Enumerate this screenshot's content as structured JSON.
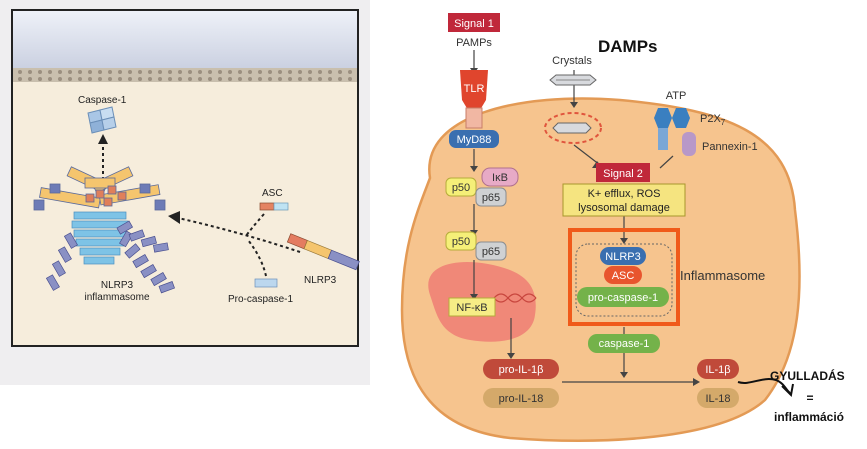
{
  "left_panel": {
    "caspase_label": "Caspase-1",
    "asc_label": "ASC",
    "nlrp3_label": "NLRP3",
    "inflammasome_label_1": "NLRP3",
    "inflammasome_label_2": "inflammasome",
    "procaspase_label": "Pro-caspase-1"
  },
  "right_panel": {
    "signal1": "Signal 1",
    "pamps": "PAMPs",
    "damps": "DAMPs",
    "crystals": "Crystals",
    "atp": "ATP",
    "p2x7": "P2X",
    "p2x7_sub": "7",
    "pannexin": "Pannexin-1",
    "tlr": "TLR",
    "myd88": "MyD88",
    "ikb": "IκB",
    "p50_a": "p50",
    "p65_a": "p65",
    "p50_b": "p50",
    "p65_b": "p65",
    "nfkb": "NF-κB",
    "signal2": "Signal 2",
    "efflux_line1": "K+ efflux, ROS",
    "efflux_line2": "lysosomal damage",
    "nlrp3": "NLRP3",
    "asc": "ASC",
    "procaspase": "pro-caspase-1",
    "inflammasome": "Inflammasome",
    "caspase1": "caspase-1",
    "pro_il1b": "pro-IL-1β",
    "pro_il18": "pro-IL-18",
    "il1b": "IL-1β",
    "il18": "IL-18",
    "gyulladas": "GYULLADÁS",
    "equals": "=",
    "inflammacio": "inflammáció"
  },
  "colors": {
    "cell_fill": "#f6c48e",
    "cell_stroke": "#e39a55",
    "nucleus": "#f08878",
    "highlight_box": "#f05a1a",
    "signal_red": "#c0283a",
    "yellow_box": "#f4e37c",
    "blue_protein": "#3a6fb0",
    "green_protein": "#74b24a",
    "pink_protein": "#d9848e",
    "tan_protein": "#d4a96a"
  }
}
